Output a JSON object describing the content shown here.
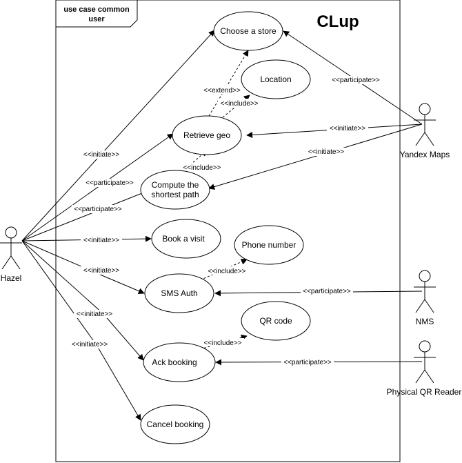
{
  "diagram": {
    "frame_label": [
      "use case common",
      "user"
    ],
    "title": "CLup",
    "actors": {
      "hazel": "Hazel",
      "yandex": "Yandex Maps",
      "nms": "NMS",
      "qr_reader": "Physical QR Reader"
    },
    "use_cases": {
      "choose_store": [
        "Choose a store"
      ],
      "location": [
        "Location"
      ],
      "retrieve_geo": [
        "Retrieve geo"
      ],
      "shortest_path": [
        "Compute the",
        "shortest path"
      ],
      "book_visit": [
        "Book a visit"
      ],
      "phone_number": [
        "Phone number"
      ],
      "sms_auth": [
        "SMS Auth"
      ],
      "qr_code": [
        "QR code"
      ],
      "ack_booking": [
        "Ack booking"
      ],
      "cancel_booking": [
        "Cancel booking"
      ]
    },
    "edge_labels": {
      "initiate": "<<initiate>>",
      "participate": "<<participate>>",
      "participate_alt": "<<participate>>",
      "extend": "<<extend>>",
      "include": "<<include>>"
    }
  }
}
